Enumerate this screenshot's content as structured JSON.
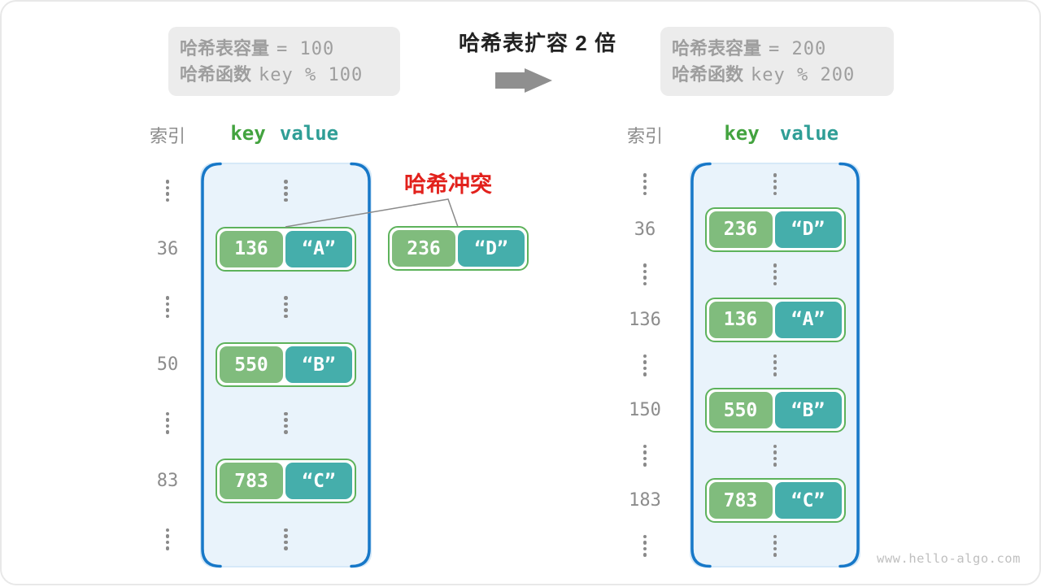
{
  "captions": {
    "before": {
      "capacity_label": "哈希表容量",
      "capacity_value": "= 100",
      "hash_label": "哈希函数",
      "hash_value": "key % 100"
    },
    "after": {
      "capacity_label": "哈希表容量",
      "capacity_value": "= 200",
      "hash_label": "哈希函数",
      "hash_value": "key % 200"
    },
    "expand_title": "哈希表扩容 2 倍"
  },
  "tables": {
    "before": {
      "index_header": "索引",
      "key_header": "key",
      "value_header": "value",
      "rows": [
        {
          "dots": true
        },
        {
          "index": "36",
          "key": "136",
          "value": "“A”"
        },
        {
          "dots": true
        },
        {
          "index": "50",
          "key": "550",
          "value": "“B”"
        },
        {
          "dots": true
        },
        {
          "index": "83",
          "key": "783",
          "value": "“C”"
        },
        {
          "dots": true
        }
      ]
    },
    "after": {
      "index_header": "索引",
      "key_header": "key",
      "value_header": "value",
      "rows": [
        {
          "dots": true
        },
        {
          "index": "36",
          "key": "236",
          "value": "“D”"
        },
        {
          "dots": true
        },
        {
          "index": "136",
          "key": "136",
          "value": "“A”"
        },
        {
          "dots": true
        },
        {
          "index": "150",
          "key": "550",
          "value": "“B”"
        },
        {
          "dots": true
        },
        {
          "index": "183",
          "key": "783",
          "value": "“C”"
        },
        {
          "dots": true
        }
      ]
    }
  },
  "conflict": {
    "label": "哈希冲突",
    "pair": {
      "key": "236",
      "value": "“D”"
    },
    "line_points": "349,277 549,243 561,277"
  },
  "watermark": "www.hello-algo.com",
  "colors": {
    "caption_bg": "#ececec",
    "caption_text": "#9e9e9e",
    "title_text": "#222222",
    "arrow_gray": "#8f8f8f",
    "index_gray": "#8c8c8c",
    "key_header": "#43a33f",
    "value_header": "#2f9e96",
    "accent_blue": "#1778c8",
    "container_fill": "#e9f3fb",
    "container_edge": "#d6e9f8",
    "pair_border": "#5db25b",
    "pair_fill": "#ffffff",
    "key_fill": "#80bc7d",
    "value_fill": "#45aeab",
    "dot_gray": "#8a8a8a",
    "line_gray": "#8a8a8a",
    "conflict_red": "#e2211c",
    "watermark_gray": "#bfbfbf"
  }
}
